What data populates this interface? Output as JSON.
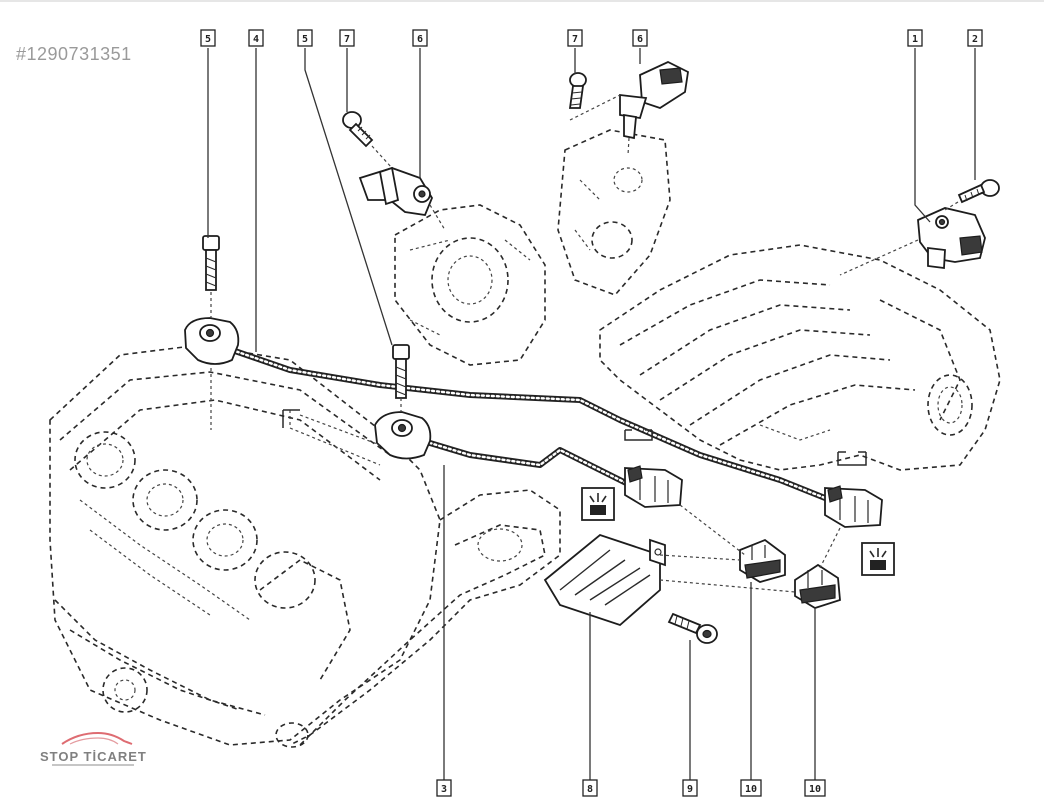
{
  "image_id": "#1290731351",
  "watermark": {
    "brand": "STOP TİCARET",
    "logo_icon": "car-silhouette-icon"
  },
  "callouts": {
    "c5a": "5",
    "c4": "4",
    "c5b": "5",
    "c7a": "7",
    "c6a": "6",
    "c7b": "7",
    "c6b": "6",
    "c1": "1",
    "c2": "2",
    "c3": "3",
    "c8": "8",
    "c9": "9",
    "c10a": "10",
    "c10b": "10"
  },
  "colors": {
    "ink": "#2a2a2a",
    "background": "#ffffff",
    "id_text": "#9a9a9a"
  }
}
